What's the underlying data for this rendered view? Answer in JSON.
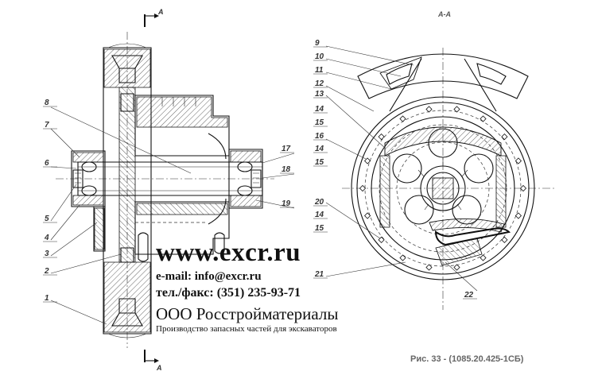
{
  "section_title": "A-A",
  "cut_letter": "A",
  "callouts_left": [
    "1",
    "2",
    "3",
    "4",
    "5",
    "6",
    "7",
    "8"
  ],
  "callouts_right": [
    "17",
    "18",
    "19"
  ],
  "callouts_section": [
    "9",
    "10",
    "11",
    "12",
    "13",
    "14",
    "15",
    "16",
    "14",
    "15",
    "20",
    "14",
    "15",
    "21",
    "22"
  ],
  "watermark": {
    "url": "www.excr.ru",
    "email": "e-mail: info@excr.ru",
    "phone": "тел./факс: (351) 235-93-71",
    "company": "ООО Росстройматериалы",
    "tagline": "Производство запасных частей для экскаваторов"
  },
  "caption": "Рис. 33 - (1085.20.425-1СБ)"
}
